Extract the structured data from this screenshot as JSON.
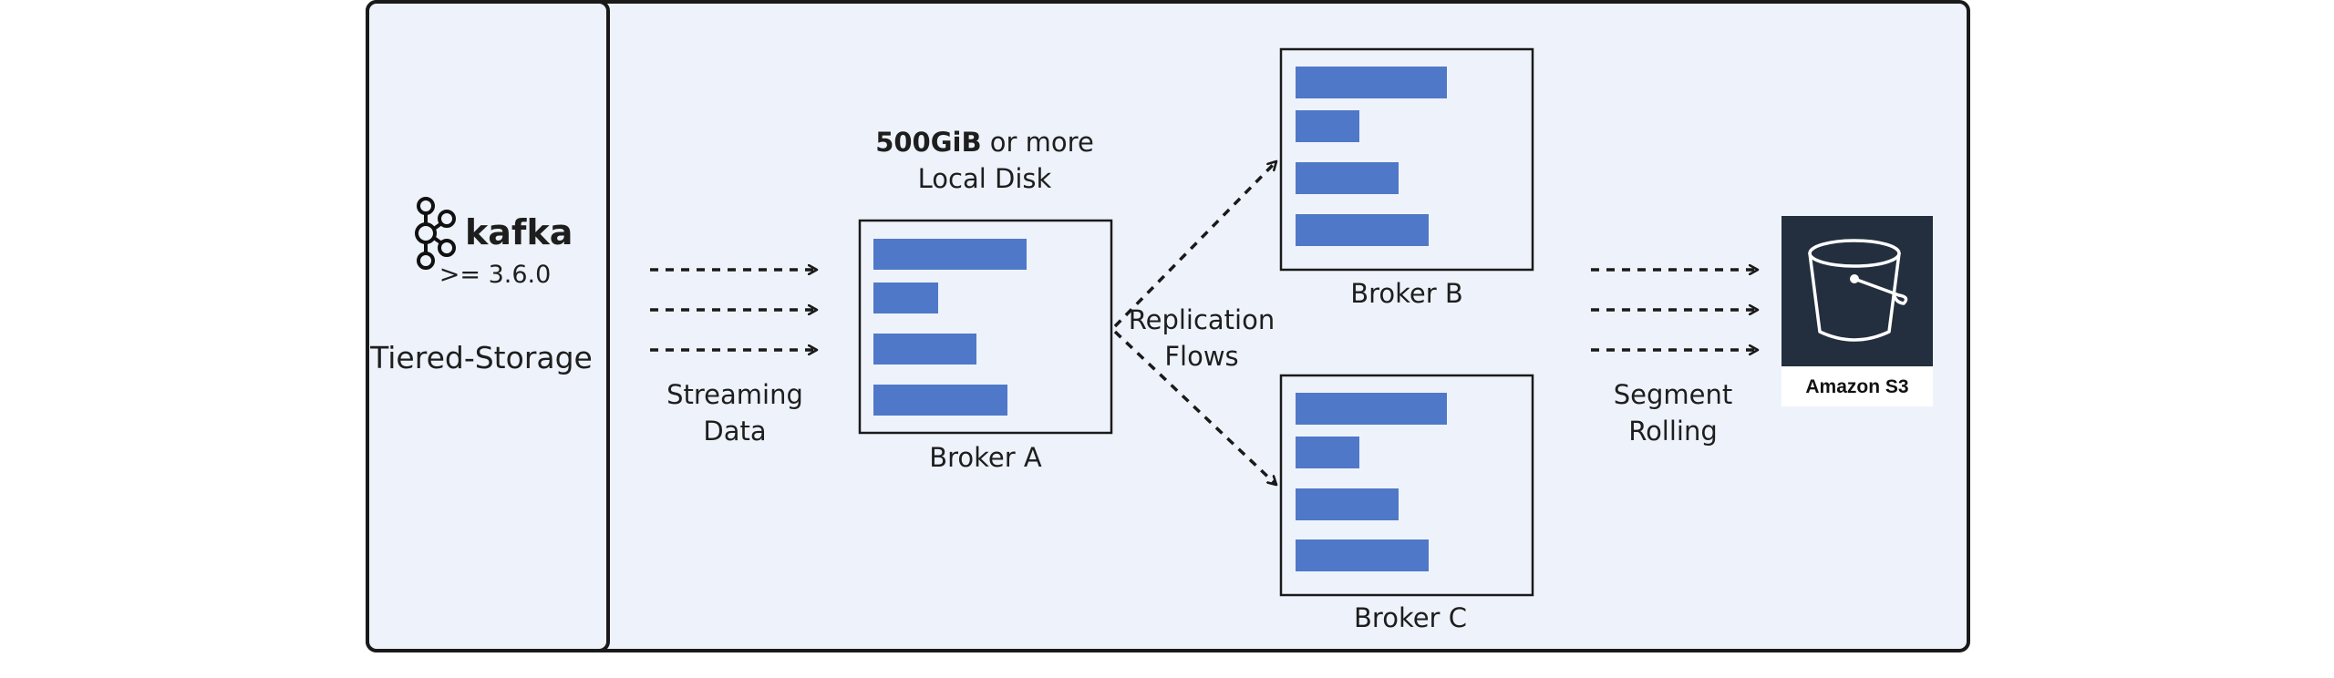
{
  "sidebar": {
    "logo_text": "kafka",
    "version": ">= 3.6.0",
    "title": "Tiered-Storage"
  },
  "streaming": {
    "line1": "Streaming",
    "line2": "Data"
  },
  "broker_a": {
    "bold": "500GiB",
    "rest": " or more",
    "line2": "Local Disk",
    "name": "Broker A"
  },
  "replication": {
    "line1": "Replication",
    "line2": "Flows"
  },
  "broker_b": {
    "name": "Broker B"
  },
  "broker_c": {
    "name": "Broker C"
  },
  "segment": {
    "line1": "Segment",
    "line2": "Rolling"
  },
  "s3": {
    "label": "Amazon S3"
  },
  "colors": {
    "panel_bg": "#eef3fb",
    "bar": "#5078c8",
    "s3_bg": "#232f3e",
    "stroke": "#1a1a1a"
  },
  "icons": [
    "kafka-logo-icon",
    "s3-bucket-icon",
    "dashed-arrow-icon"
  ]
}
